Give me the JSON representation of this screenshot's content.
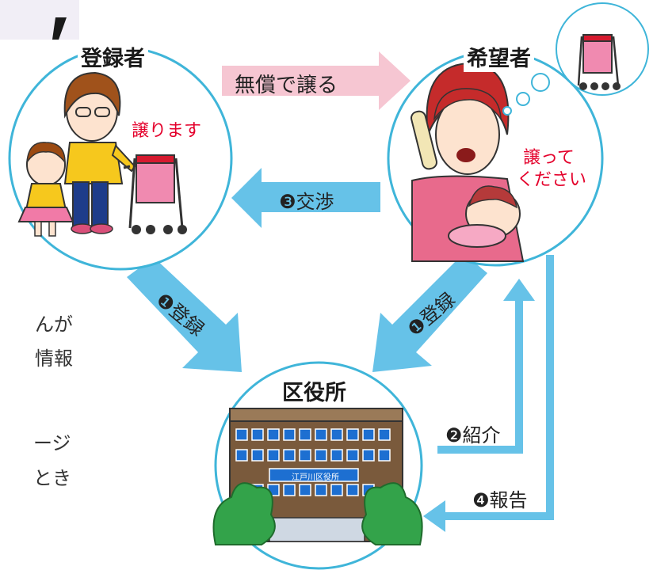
{
  "roles": {
    "registrant": "登録者",
    "applicant": "希望者",
    "office": "区役所"
  },
  "speech": {
    "registrant": "譲ります",
    "applicant_line1": "譲って",
    "applicant_line2": "ください"
  },
  "arrows": {
    "free_transfer": "無償で譲る",
    "negotiation": "❸交渉",
    "register_left": "❶登録",
    "register_right": "❶登録",
    "introduction": "❷紹介",
    "report": "❹報告"
  },
  "building_sign": "江戸川区役所",
  "side_text": [
    "んが",
    "情報",
    "ージ",
    "とき"
  ],
  "colors": {
    "circle_stroke": "#3fb5d9",
    "arrow_blue": "#66c2e8",
    "arrow_pink": "#f6c6d2",
    "speech_red": "#e4002b"
  },
  "icons": [
    "stroller-icon",
    "thought-bubble-icon",
    "phone-icon",
    "building-icon"
  ]
}
